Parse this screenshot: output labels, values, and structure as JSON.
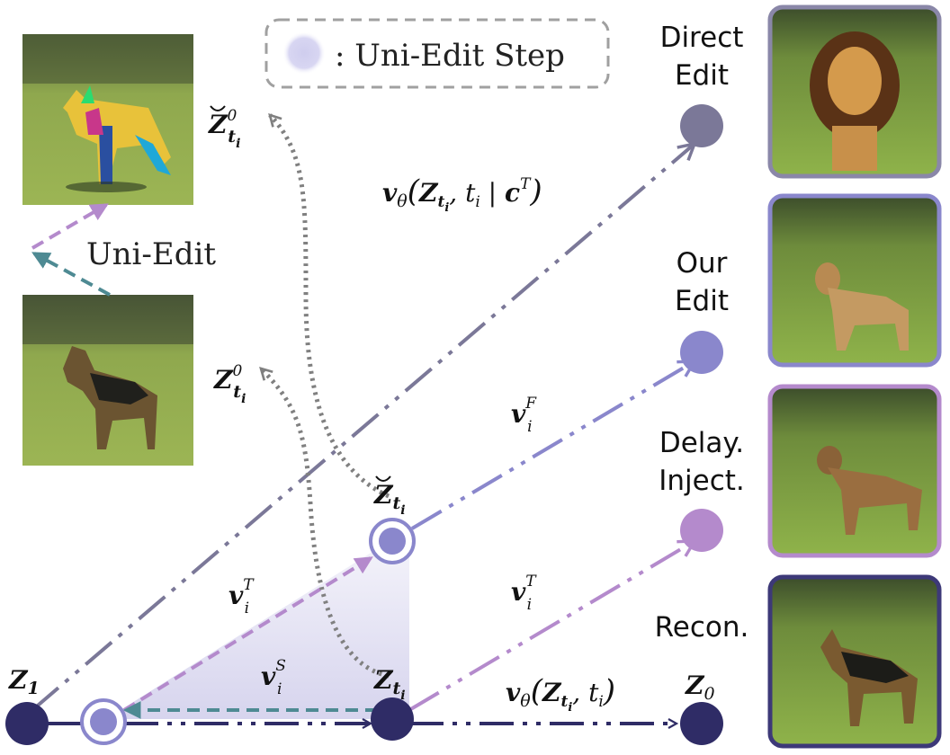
{
  "legend": {
    "text": ": Uni-Edit Step"
  },
  "uni_edit_label": "Uni-Edit",
  "outcomes": {
    "direct": [
      "Direct",
      "Edit"
    ],
    "ours": [
      "Our",
      "Edit"
    ],
    "delay": [
      "Delay.",
      "Inject."
    ],
    "recon": "Recon."
  },
  "math": {
    "z1_main": "Z",
    "z1_sub": "1",
    "z0_main": "Z",
    "z0_sub": "0",
    "zti_main": "Z",
    "zti_sub": "t",
    "zti_subsub": "i",
    "zbreve_main": "Z",
    "zbreve_sub": "t",
    "zbreve_subsub": "i",
    "zbreve0_main": "Z",
    "zbreve0_sup": "0",
    "zbreve0_sub": "t",
    "zbreve0_subsub": "i",
    "z0ti_main": "Z",
    "z0ti_sup": "0",
    "z0ti_sub": "t",
    "z0ti_subsub": "i",
    "v": "v",
    "i": "i",
    "T": "T",
    "F": "F",
    "S": "S",
    "theta": "θ",
    "c": "c",
    "t": "t",
    "vtheta_cond_open": "(",
    "vtheta_cond_comma": ", ",
    "vtheta_cond_bar": " | ",
    "vtheta_cond_close": ")"
  },
  "colors": {
    "navy": "#2f2c66",
    "gray_purple": "#7b7898",
    "periwinkle": "#8a87cc",
    "lilac": "#b48acc",
    "teal": "#4e8a93",
    "dot_gray": "#808080",
    "shade": "#c9c6e8"
  },
  "images": {
    "top_left": "multi-colored distorted dog/wolf on grass",
    "mid_left": "German shepherd on grass",
    "lion": "male lion on grass",
    "lioness": "lioness on grass",
    "dog_brown": "brown dog on grass",
    "shepherd": "German shepherd on grass"
  }
}
